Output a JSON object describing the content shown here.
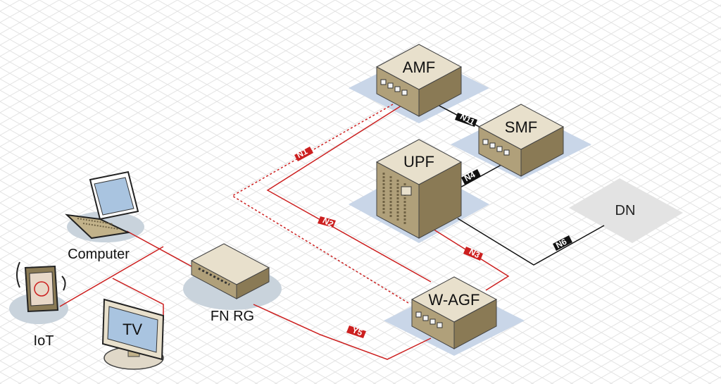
{
  "diagram": {
    "nodes": {
      "amf": "AMF",
      "smf": "SMF",
      "upf": "UPF",
      "dn": "DN",
      "wagf": "W-AGF",
      "fnrg": "FN RG",
      "computer": "Computer",
      "iot": "IoT",
      "tv": "TV"
    },
    "interfaces": {
      "n1": "N1",
      "n2": "N2",
      "n3": "N3",
      "n4": "N4",
      "n6": "N6",
      "n11": "N11",
      "y5": "Y5"
    },
    "colors": {
      "link_red": "#cc1f1f",
      "link_black": "#111111",
      "box_top": "#e8e0cc",
      "box_front": "#b0a07a",
      "box_side": "#8a7a55",
      "shadow_blue": "#c9d6e8",
      "dn_gray": "#e3e3e3"
    }
  }
}
